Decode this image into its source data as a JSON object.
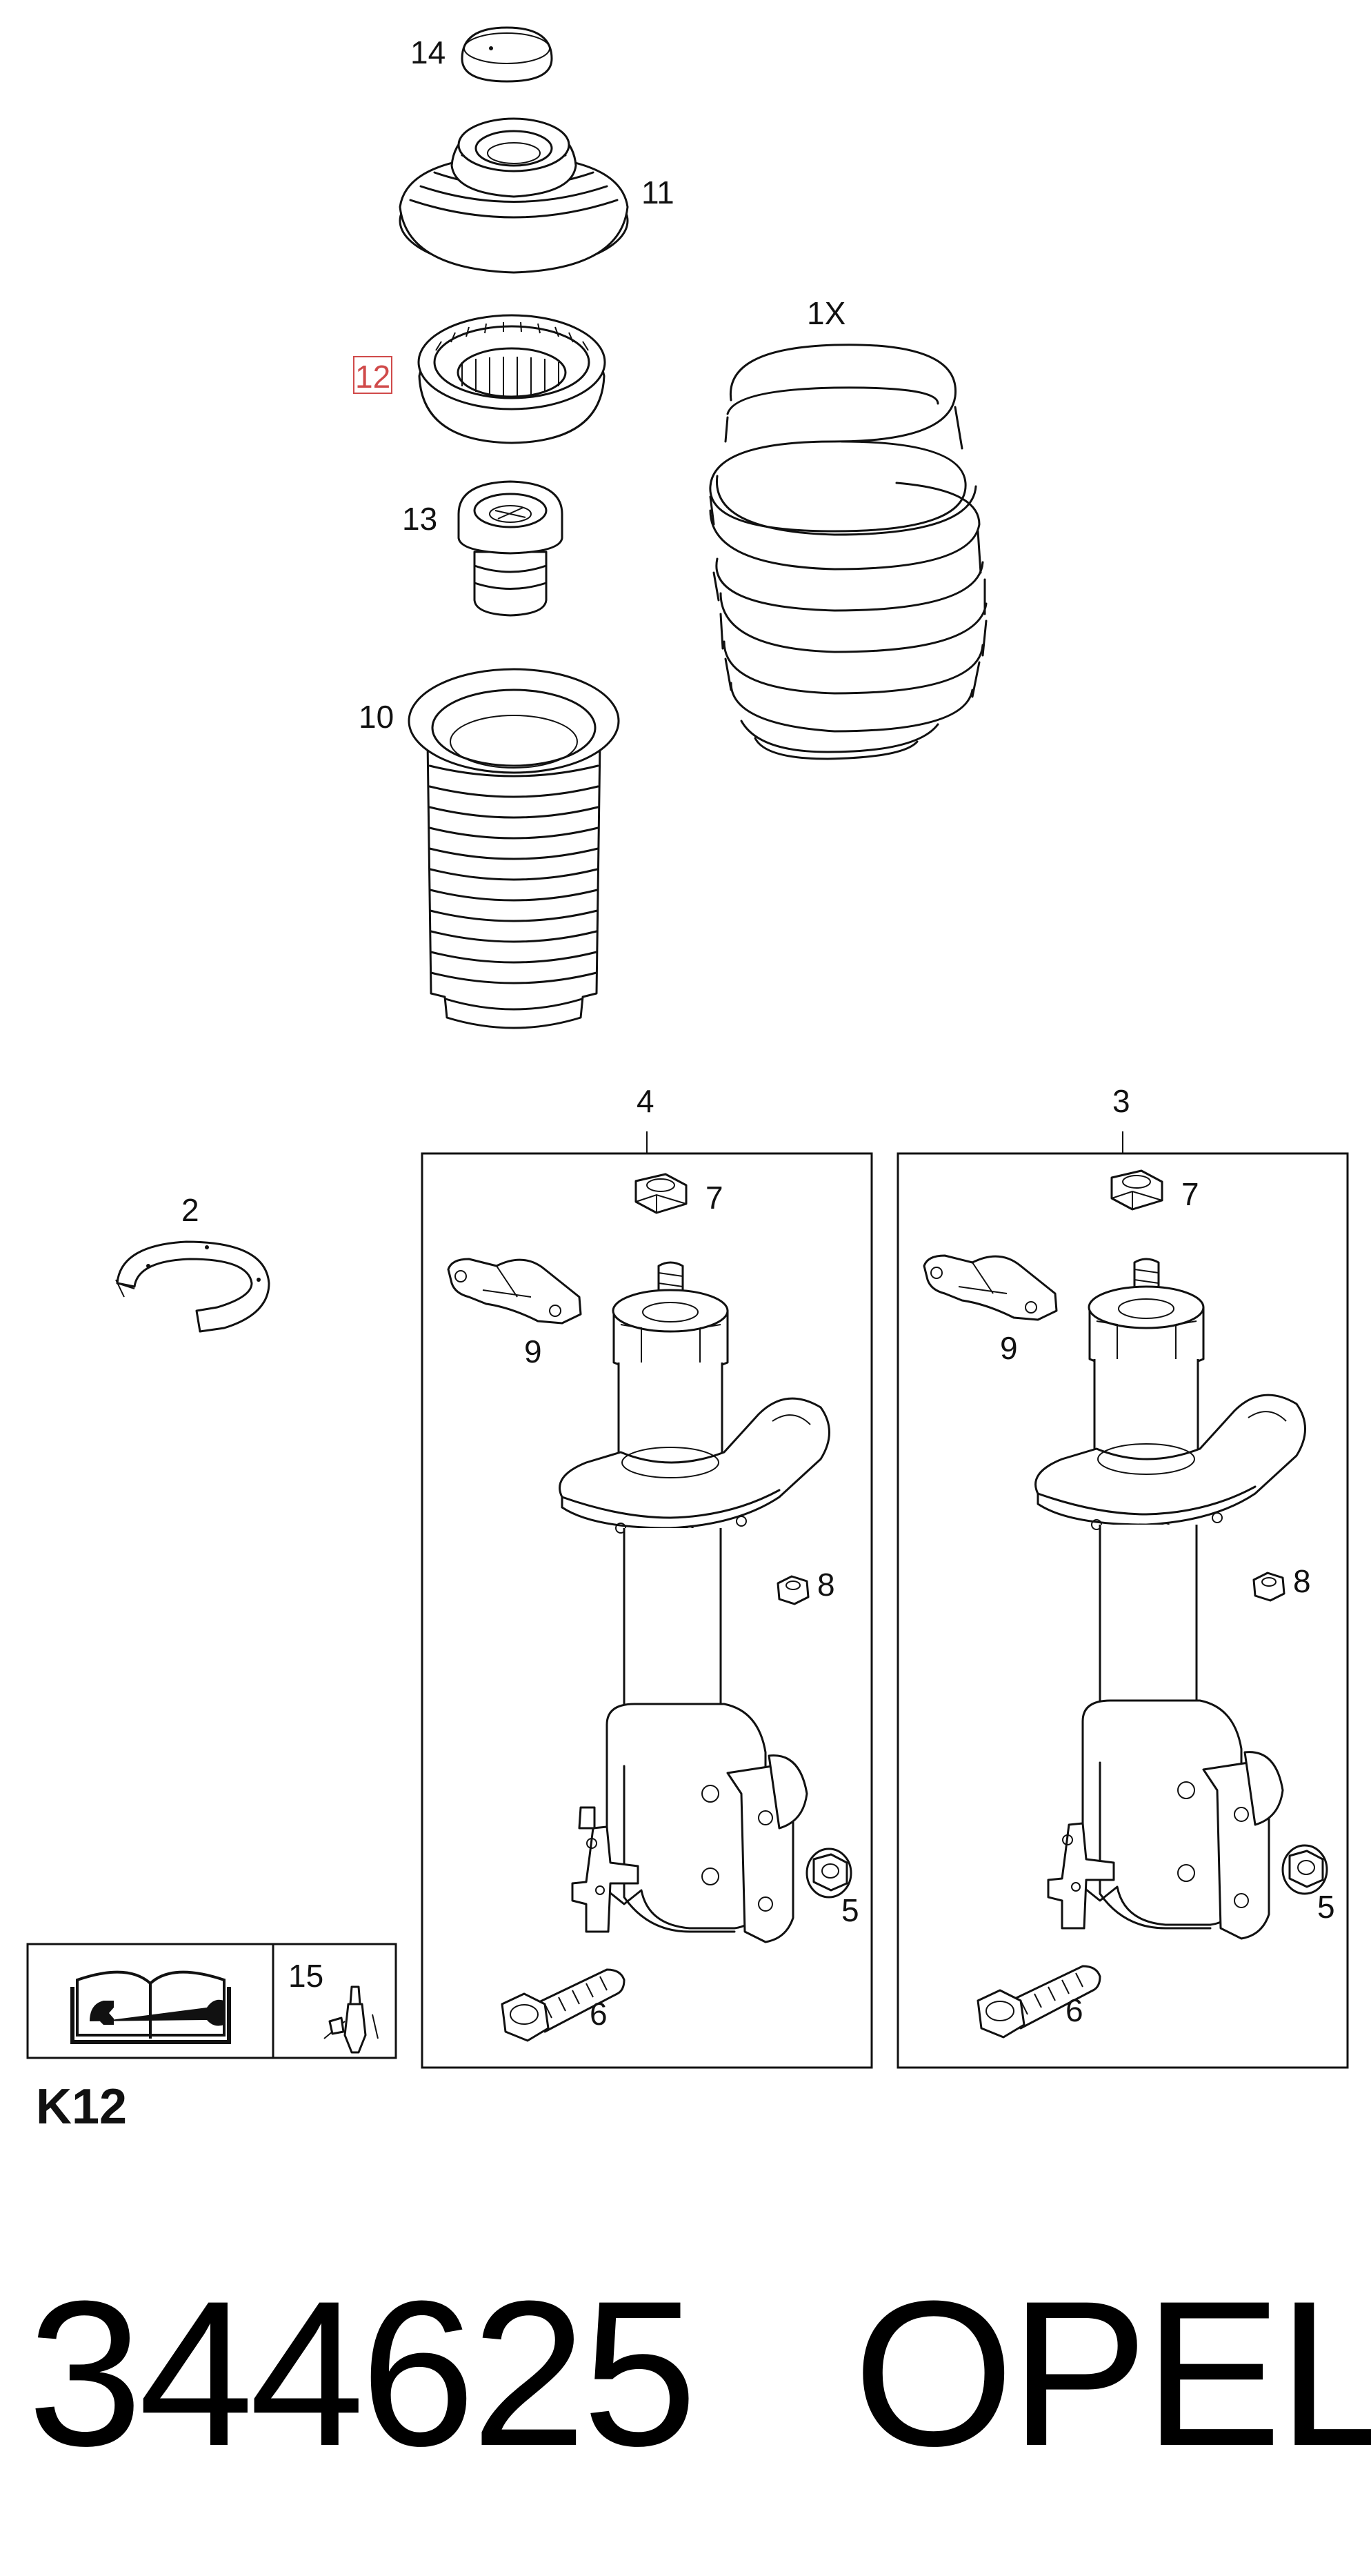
{
  "diagram": {
    "code": "K12",
    "callouts": {
      "c14": "14",
      "c11": "11",
      "c12": "12",
      "c13": "13",
      "c10": "10",
      "c1x": "1X",
      "c2": "2",
      "c4": "4",
      "c3": "3",
      "left_assembly": {
        "c7": "7",
        "c9": "9",
        "c8": "8",
        "c5": "5",
        "c6": "6"
      },
      "right_assembly": {
        "c7": "7",
        "c9": "9",
        "c8": "8",
        "c5": "5",
        "c6": "6"
      },
      "c15": "15"
    },
    "highlighted_callout": "12",
    "highlight_color": "#d04a4a"
  },
  "caption": {
    "part_number": "344625",
    "brand": "OPEL"
  }
}
